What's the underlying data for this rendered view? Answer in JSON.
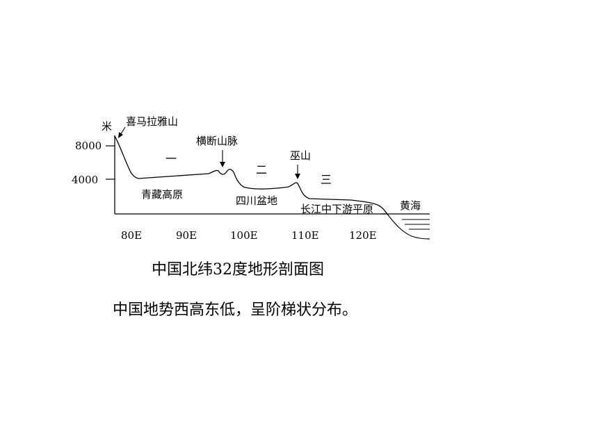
{
  "figure": {
    "y_unit": "米",
    "y_ticks": [
      "8000",
      "4000"
    ],
    "x_ticks": [
      "80E",
      "90E",
      "100E",
      "110E",
      "120E"
    ],
    "landforms": {
      "himalaya": "喜马拉雅山",
      "hengduan": "横断山脉",
      "wushan": "巫山",
      "qingzang": "青藏高原",
      "sichuan": "四川盆地",
      "changjiang": "长江中下游平原",
      "huanghai": "黄海"
    },
    "steps": [
      "一",
      "二",
      "三"
    ]
  },
  "captions": {
    "title": "中国北纬32度地形剖面图",
    "statement": "中国地势西高东低，呈阶梯状分布。"
  },
  "colors": {
    "ink": "#000000",
    "background": "#ffffff"
  }
}
